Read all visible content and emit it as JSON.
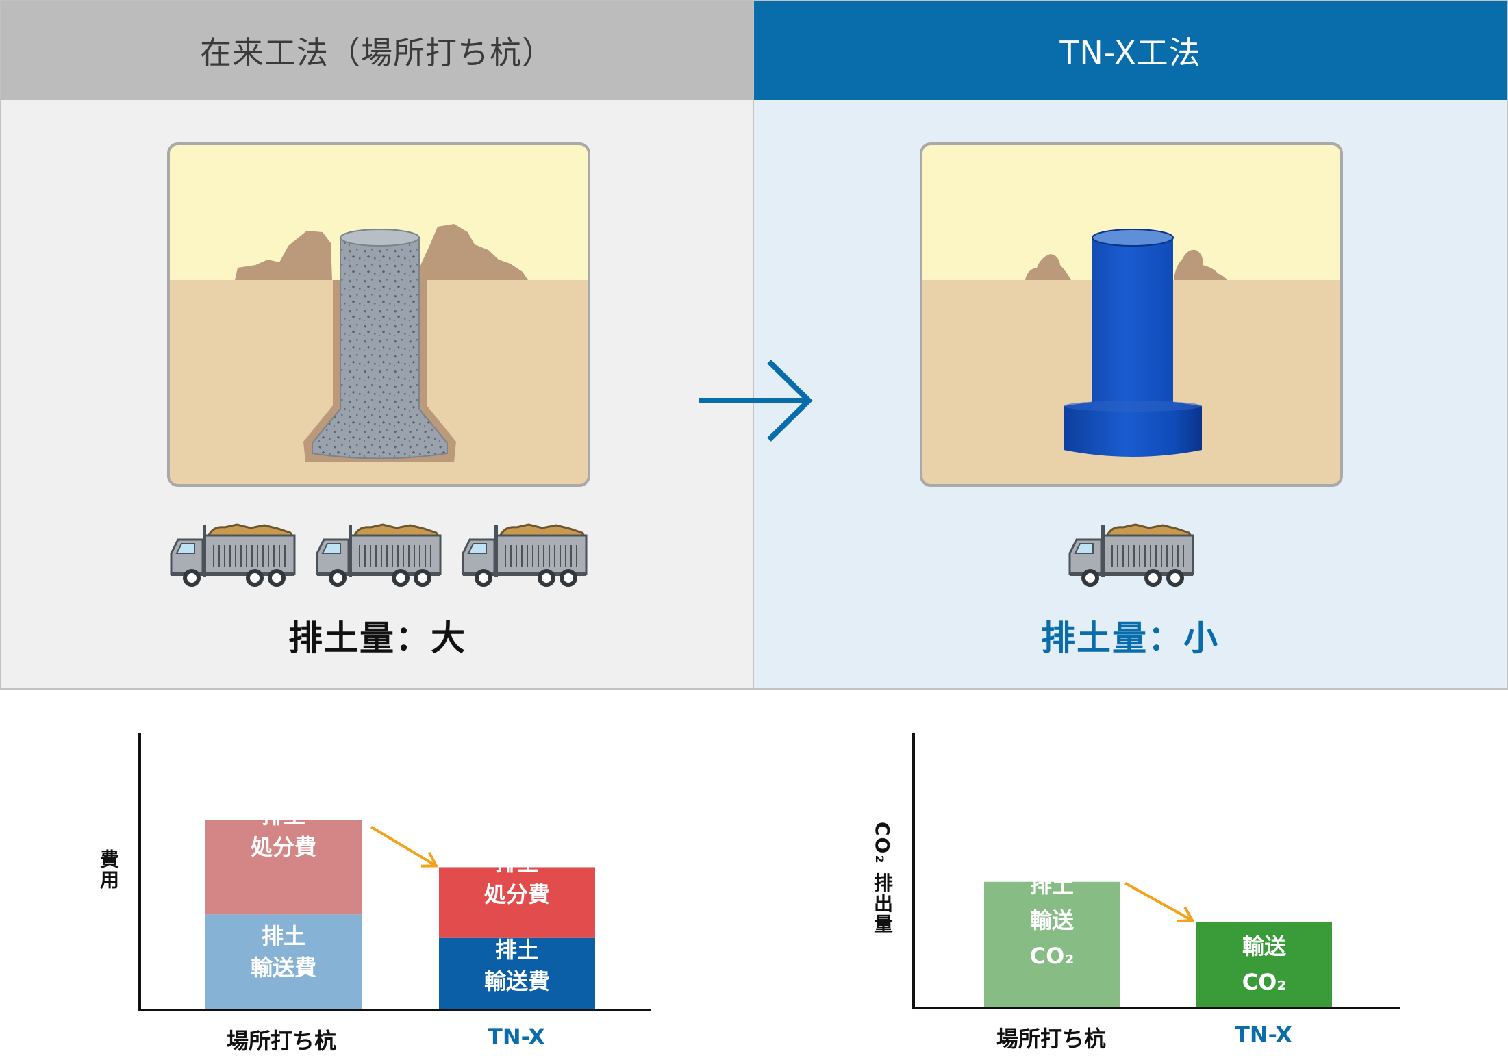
{
  "panels": {
    "conventional": {
      "title": "在来工法（場所打ち杭）",
      "soil_label": "排土量：大",
      "truck_count": 3
    },
    "tnx": {
      "title": "TN-X工法",
      "soil_label": "排土量：小",
      "truck_count": 1
    }
  },
  "colors": {
    "accent": "#096dab",
    "cost_disposal_conventional": "#d48585",
    "cost_transport_conventional": "#85b2d5",
    "cost_disposal_tnx": "#e34c4c",
    "cost_transport_tnx": "#0b5fa7",
    "co2_conventional": "#87bc85",
    "co2_tnx": "#3a9b39",
    "trend_arrow": "#f2a21b"
  },
  "chart_data": [
    {
      "type": "bar",
      "stacked": true,
      "ylabel": "費用",
      "categories": [
        "場所打ち杭",
        "TN-X"
      ],
      "series": [
        {
          "name": "排土\n輸送費",
          "values": [
            100,
            75
          ]
        },
        {
          "name": "排土\n処分費",
          "values": [
            100,
            75
          ]
        }
      ],
      "ylim": [
        0,
        250
      ],
      "annotation": "trend-arrow-down"
    },
    {
      "type": "bar",
      "ylabel": "CO₂ 排出量",
      "categories": [
        "場所打ち杭",
        "TN-X"
      ],
      "series": [
        {
          "name": "排土\n輸送\nCO₂",
          "values": [
            100,
            68
          ]
        }
      ],
      "ylim": [
        0,
        150
      ],
      "annotation": "trend-arrow-down"
    }
  ],
  "chart_labels": {
    "cost": {
      "disposal": [
        "排土",
        "処分費"
      ],
      "transport": [
        "排土",
        "輸送費"
      ]
    },
    "co2": {
      "bar": [
        "排土",
        "輸送",
        "CO₂"
      ]
    }
  }
}
